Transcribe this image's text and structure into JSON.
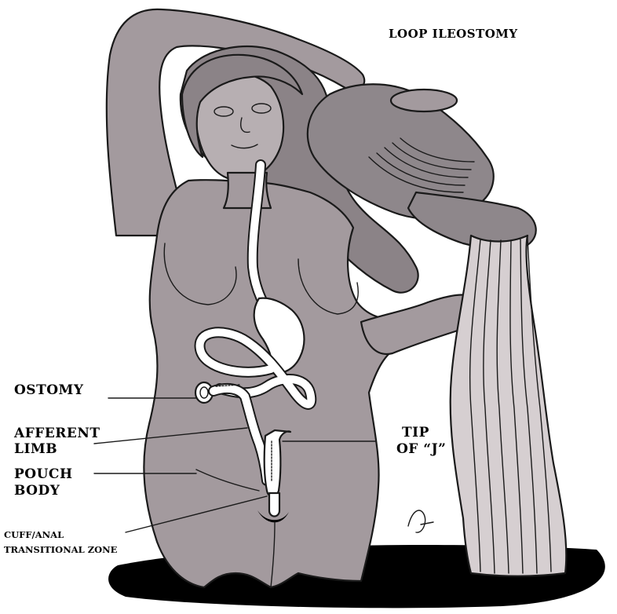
{
  "title": "LOOP ILEOSTOMY",
  "labels": {
    "ostomy": "OSTOMY",
    "afferent_1": "AFFERENT",
    "afferent_2": "LIMB",
    "pouch_1": "POUCH",
    "pouch_2": "BODY",
    "tip_1": "TIP",
    "tip_2": "OF “J”",
    "cuff_1": "CUFF/ANAL",
    "cuff_2": "TRANSITIONAL ZONE"
  },
  "colors": {
    "skin": "#a39a9e",
    "skin_light": "#b7afb2",
    "hair": "#8b8387",
    "jar": "#8e878b",
    "water": "#d6cfd1",
    "shadow": "#000000",
    "organ": "#ffffff"
  }
}
